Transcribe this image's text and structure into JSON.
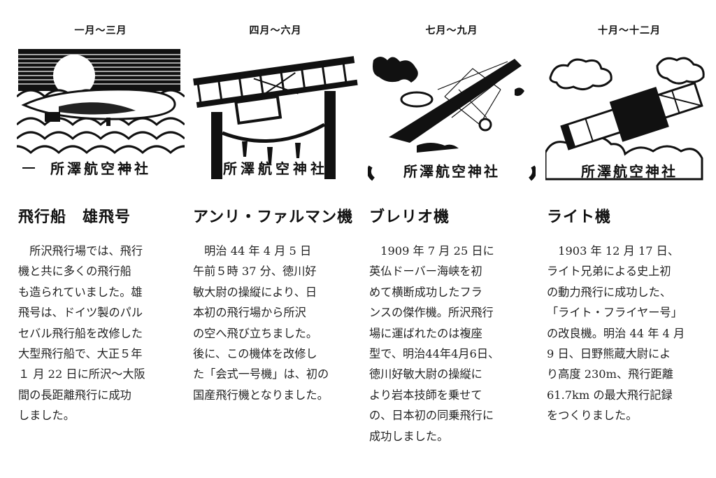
{
  "shrine_name": "所澤航空神社",
  "columns": [
    {
      "season": "一月～三月",
      "stamp": {
        "motif": "airship-over-waves",
        "caption": "所澤航空神社"
      },
      "title": "飛行船　雄飛号",
      "lines": [
        "　所沢飛行場では、飛行",
        "機と共に多くの飛行船",
        "も造られていました。雄",
        "飛号は、ドイツ製のパル",
        "セバル飛行船を改修した",
        "大型飛行船で、大正５年",
        "１ 月 22 日に所沢～大阪",
        "間の長距離飛行に成功",
        "しました。"
      ]
    },
    {
      "season": "四月～六月",
      "stamp": {
        "motif": "biplane-over-torii",
        "caption": "所澤航空神社"
      },
      "title": "アンリ・ファルマン機",
      "lines": [
        "　明治 44 年 4 月 5 日",
        "午前５時 37 分、徳川好",
        "敏大尉の操縦により、日",
        "本初の飛行場から所沢",
        "の空へ飛び立ちました。",
        "後に、この機体を改修し",
        "た「会式一号機」は、初の",
        "国産飛行機となりました。"
      ]
    },
    {
      "season": "七月～九月",
      "stamp": {
        "motif": "monoplane-with-wind",
        "caption": "所澤航空神社"
      },
      "title": "ブレリオ機",
      "lines": [
        "　1909 年 7 月 25 日に",
        "英仏ドーバー海峡を初",
        "めて横断成功したフラ",
        "ンスの傑作機。所沢飛行",
        "場に運ばれたのは複座",
        "型で、明治44年4月6日、",
        "徳川好敏大尉の操縦に",
        "より岩本技師を乗せて",
        "の、日本初の同乗飛行に",
        "成功しました。"
      ]
    },
    {
      "season": "十月～十二月",
      "stamp": {
        "motif": "wright-flyer-in-clouds",
        "caption": "所澤航空神社"
      },
      "title": "ライト機",
      "lines": [
        "　1903 年 12 月 17 日、",
        "ライト兄弟による史上初",
        "の動力飛行に成功した、",
        "「ライト・フライヤー号」",
        "の改良機。明治 44 年 4 月",
        "9 日、日野熊蔵大尉によ",
        "り高度 230m、飛行距離",
        "61.7km の最大飛行記録",
        "をつくりました。"
      ]
    }
  ]
}
